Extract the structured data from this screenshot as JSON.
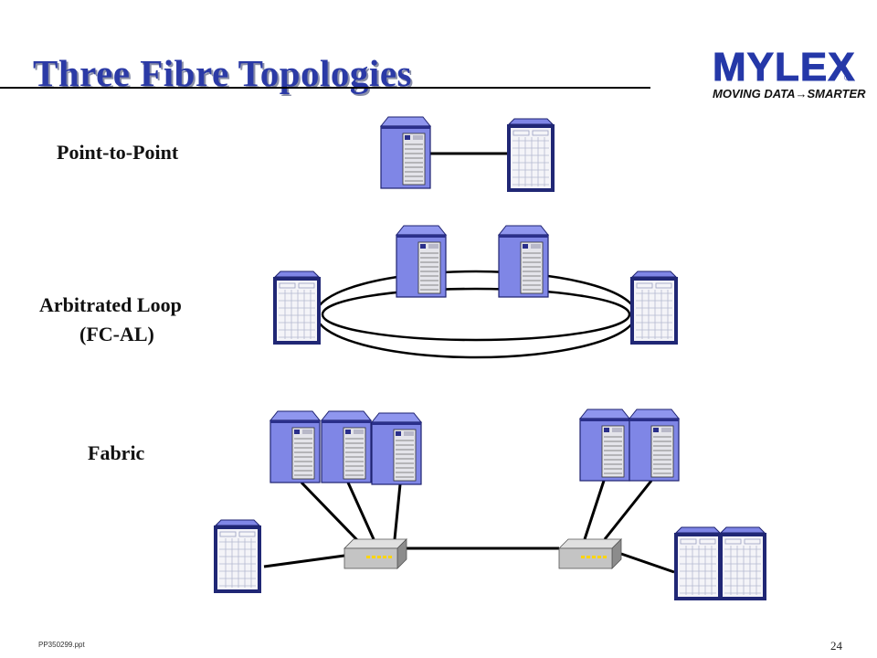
{
  "slide": {
    "title": "Three Fibre Topologies",
    "page_number": "24",
    "footer_file": "PP350299.ppt"
  },
  "logo": {
    "wordmark": "MYLEX",
    "registered": "®",
    "tagline": "MOVING DATA→SMARTER"
  },
  "topologies": {
    "point_to_point": "Point-to-Point",
    "arbitrated_loop": "Arbitrated Loop",
    "arbitrated_loop_abbrev": "(FC-AL)",
    "fabric": "Fabric"
  },
  "colors": {
    "title": "#2b3aa6",
    "server_body": "#7f86e6",
    "server_dark": "#2a2f8a",
    "storage_frame": "#202775",
    "switch_body": "#c4c4c4",
    "switch_lights": "#ffd500"
  },
  "icons": [
    "server-icon",
    "storage-array-icon",
    "fabric-switch-icon"
  ]
}
